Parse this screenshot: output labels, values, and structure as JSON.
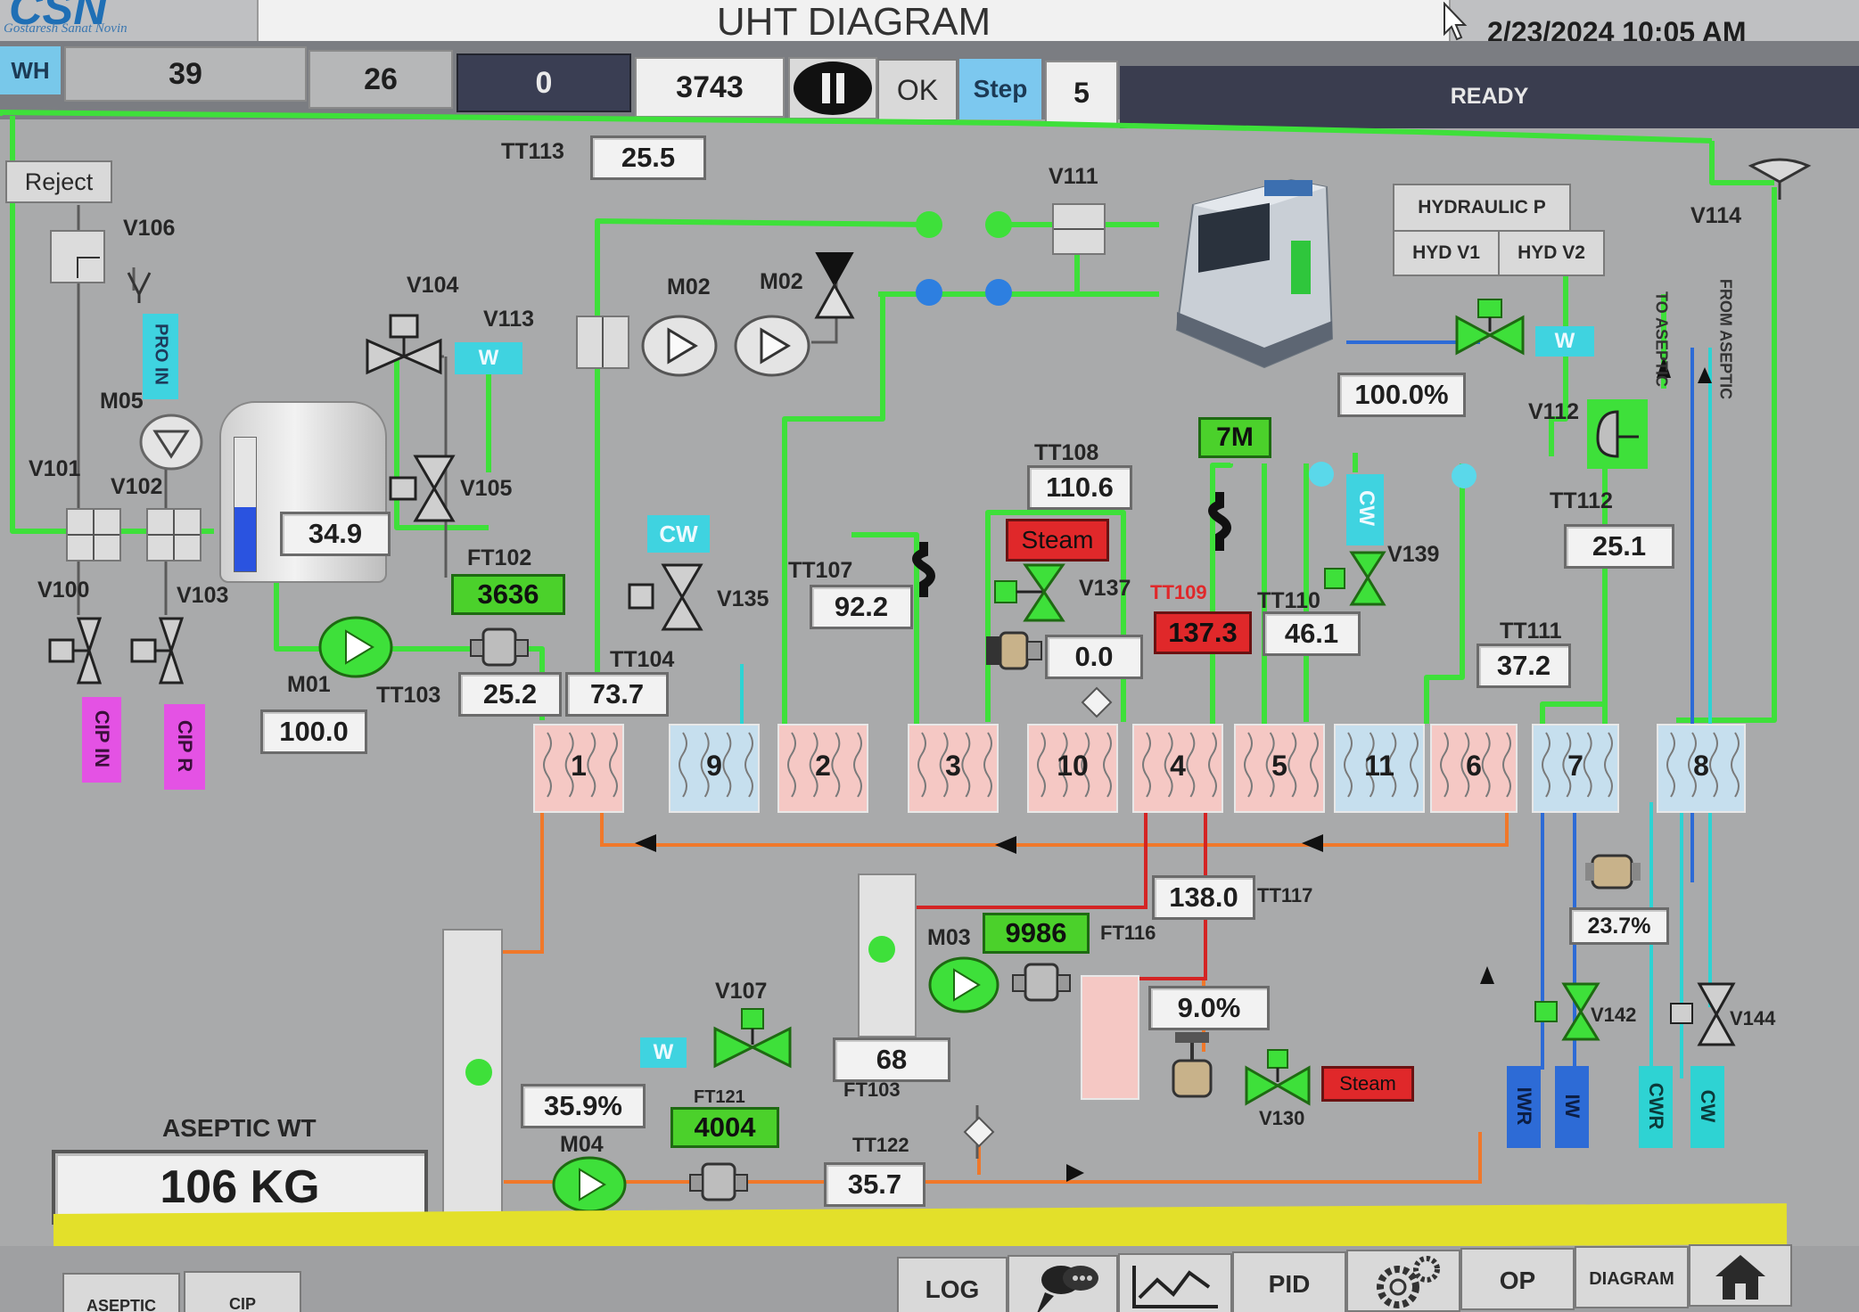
{
  "header": {
    "title": "UHT DIAGRAM",
    "datetime": "2/23/2024 10:05 AM",
    "logo_text": "CSN",
    "logo_sub": "Gostaresh Sanat Novin"
  },
  "status_bar": {
    "wh_label": "WH",
    "field1": "39",
    "field2": "26",
    "field3": "0",
    "field4": "3743",
    "ok_label": "OK",
    "step_label": "Step",
    "step_value": "5",
    "state": "READY"
  },
  "labels": {
    "reject": "Reject",
    "tt113": "TT113",
    "v106": "V106",
    "v104": "V104",
    "v113": "V113",
    "m02a": "M02",
    "m02b": "M02",
    "v111": "V111",
    "hydraulic_p": "HYDRAULIC P",
    "hyd_v1": "HYD V1",
    "hyd_v2": "HYD V2",
    "v114": "V114",
    "to_aseptic": "TO ASEPTIC",
    "from_aseptic": "FROM ASEPTIC",
    "pro_in": "PRO IN",
    "m05": "M05",
    "v101": "V101",
    "v102": "V102",
    "v105": "V105",
    "ft102": "FT102",
    "v100": "V100",
    "v103": "V103",
    "cip_in": "CIP IN",
    "cip_r": "CIP R",
    "m01": "M01",
    "tt103": "TT103",
    "tt104": "TT104",
    "v135": "V135",
    "tt107": "TT107",
    "tt108": "TT108",
    "seven_m": "7M",
    "v137": "V137",
    "tt109": "TT109",
    "tt110": "TT110",
    "v139": "V139",
    "v112": "V112",
    "tt112": "TT112",
    "tt111": "TT111",
    "tt117": "TT117",
    "m03": "M03",
    "ft116": "FT116",
    "v107": "V107",
    "ft103": "FT103",
    "ft121": "FT121",
    "m04": "M04",
    "tt122": "TT122",
    "v130": "V130",
    "v142": "V142",
    "v144": "V144",
    "iwr": "IWR",
    "iw": "IW",
    "cwr": "CWR",
    "cw_bottom": "CW",
    "aseptic_wt": "ASEPTIC WT",
    "cw_tag1": "CW",
    "cw_tag2": "CW",
    "steam1": "Steam",
    "steam2": "Steam",
    "w1": "W",
    "w2": "W",
    "w3": "W"
  },
  "values": {
    "tt113": "25.5",
    "tank_level": "34.9",
    "ft102": "3636",
    "m01": "100.0",
    "tt103": "25.2",
    "tt104": "73.7",
    "tt107": "92.2",
    "tt108": "110.6",
    "steam_valve": "0.0",
    "tt109": "137.3",
    "tt110": "46.1",
    "tt111": "37.2",
    "tt112": "25.1",
    "aseptic_pct": "100.0%",
    "tt117": "138.0",
    "ft116": "9986",
    "pct_9": "9.0%",
    "pct_237": "23.7%",
    "ft103": "68",
    "pct_359": "35.9%",
    "ft121": "4004",
    "tt122": "35.7",
    "aseptic_weight": "106 KG"
  },
  "heat_exchangers": [
    {
      "label": "1",
      "kind": "hot"
    },
    {
      "label": "9",
      "kind": "cold"
    },
    {
      "label": "2",
      "kind": "hot"
    },
    {
      "label": "3",
      "kind": "hot"
    },
    {
      "label": "10",
      "kind": "hot"
    },
    {
      "label": "4",
      "kind": "hot"
    },
    {
      "label": "5",
      "kind": "hot"
    },
    {
      "label": "11",
      "kind": "cold"
    },
    {
      "label": "6",
      "kind": "hot"
    },
    {
      "label": "7",
      "kind": "cold"
    },
    {
      "label": "8",
      "kind": "cold"
    }
  ],
  "bottom_nav": {
    "tab_aseptic": "ASEPTIC",
    "tab_cip": "CIP",
    "log": "LOG",
    "pid": "PID",
    "op": "OP",
    "diagram": "DIAGRAM"
  },
  "colors": {
    "pipe_green": "#3ee03a",
    "pipe_orange": "#f0782a",
    "pipe_red": "#d42424",
    "pipe_blue": "#2d6bd6",
    "pipe_cyan": "#2ed3d3",
    "alarm_bar": "#e3e02a"
  }
}
